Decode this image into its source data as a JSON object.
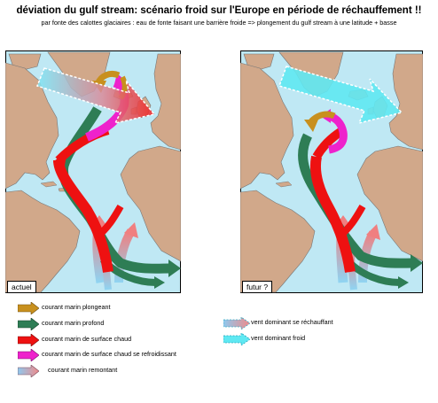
{
  "title": "déviation du gulf stream: scénario froid sur l'Europe en période de réchauffement !!",
  "subtitle": "par fonte des calottes glaciaires : eau de fonte faisant une barrière froide => plongement  du gulf stream à une latitude + basse",
  "maps": [
    {
      "label": "actuel"
    },
    {
      "label": "futur ?"
    }
  ],
  "legend": [
    {
      "label": "courant marin plongeant",
      "icon": "arrow-brown"
    },
    {
      "label": "courant marin profond",
      "icon": "arrow-dark-green"
    },
    {
      "label": "courant marin  de surface chaud",
      "icon": "arrow-red"
    },
    {
      "label": "courant marin  de surface chaud se refroidissant",
      "icon": "arrow-magenta"
    },
    {
      "label": "courant marin  remontant",
      "icon": "arrow-pink-blue"
    },
    {
      "label": "vent dominant se réchauffant",
      "icon": "dashed-arrow-cyan-red"
    },
    {
      "label": "vent dominant froid",
      "icon": "dashed-arrow-cyan"
    }
  ],
  "colors": {
    "ocean": "#bfe8f4",
    "land": "#d1a88a",
    "warm_surface": "#ee1111",
    "deep": "#2e7d55",
    "cooling": "#ee22cc",
    "plunging": "#c8901e",
    "upwelling": "#f08a8a",
    "cold_wind": "#5fe8f2"
  }
}
